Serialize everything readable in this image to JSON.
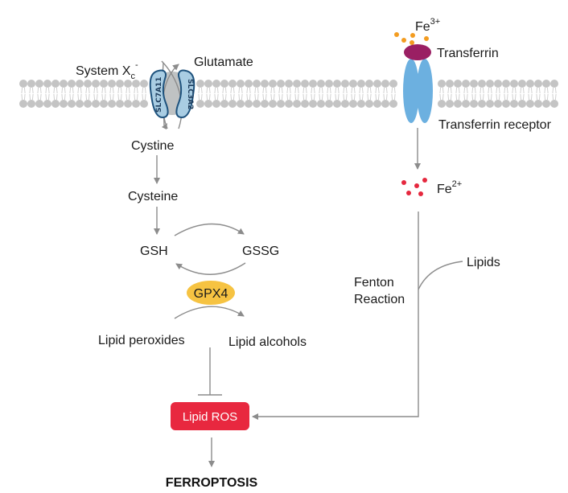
{
  "title": "Ferroptosis pathway",
  "colors": {
    "membrane": "#c4c4c4",
    "transporter_body": "#bfc2c3",
    "transporter_subunit_fill": "#a9cde3",
    "transporter_subunit_stroke": "#1e527d",
    "transferrin": "#9a1f63",
    "transferrin_receptor": "#6cb0e0",
    "fe3_dots": "#f39c20",
    "fe2_dots": "#e5283e",
    "gpx4": "#f6c342",
    "lipid_ros": "#e8283f",
    "arrow": "#8c8c8c"
  },
  "left_pathway": {
    "transporter": {
      "name_prefix": "System X",
      "name_subscript": "c",
      "name_superscript": "-",
      "subunit_left": "SLC7A11",
      "subunit_right": "SLC3A2"
    },
    "glutamate": "Glutamate",
    "cystine": "Cystine",
    "cysteine": "Cysteine",
    "gsh": "GSH",
    "gssg": "GSSG",
    "gpx4": "GPX4",
    "lipid_peroxides": "Lipid peroxides",
    "lipid_alcohols": "Lipid alcohols"
  },
  "right_pathway": {
    "fe3": {
      "base": "Fe",
      "charge": "3+"
    },
    "transferrin": "Transferrin",
    "transferrin_receptor": "Transferrin receptor",
    "fe2": {
      "base": "Fe",
      "charge": "2+"
    },
    "fenton_line1": "Fenton",
    "fenton_line2": "Reaction",
    "lipids": "Lipids"
  },
  "convergence": {
    "lipid_ros": "Lipid ROS",
    "outcome": "FERROPTOSIS"
  }
}
